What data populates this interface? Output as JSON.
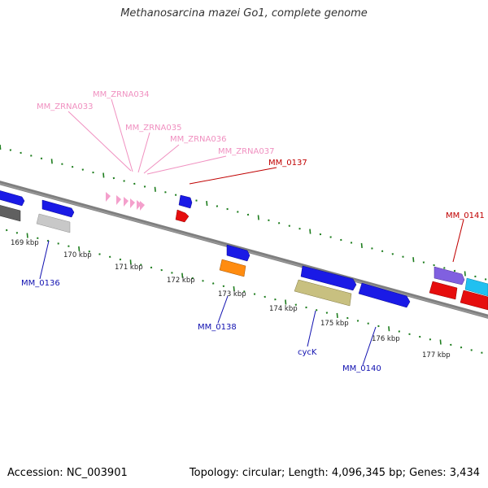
{
  "title": "Methanosarcina mazei Go1, complete genome",
  "footer": {
    "accession": "Accession: NC_003901",
    "summary": "Topology: circular; Length: 4,096,345 bp; Genes: 3,434"
  },
  "colors": {
    "background": "#ffffff",
    "backbone": "#7f7f7f",
    "tick": "#1e7d1e",
    "protein_gene": "#1a1ae6",
    "pseudo_gene": "#e60e0e",
    "rna_gene": "#f4a0cc",
    "pale_gene": "#c8c8c8",
    "dark_gene": "#606060",
    "orange_gene": "#ff8c10",
    "olive_gene": "#c8c080",
    "violet_gene": "#8060e0",
    "cyan_gene": "#20c0f0",
    "label_blue": "#1010b0",
    "label_red": "#c00000",
    "label_pink": "#f090c0"
  },
  "kbp_labels": [
    "169 kbp",
    "170 kbp",
    "171 kbp",
    "172 kbp",
    "173 kbp",
    "174 kbp",
    "175 kbp",
    "176 kbp",
    "177 kbp"
  ],
  "gene_labels": {
    "rna": [
      "MM_ZRNA033",
      "MM_ZRNA034",
      "MM_ZRNA035",
      "MM_ZRNA036",
      "MM_ZRNA037"
    ],
    "upper": [
      "MM_0137",
      "MM_0141"
    ],
    "lower": [
      "MM_0136",
      "MM_0138",
      "cycK",
      "MM_0140"
    ]
  }
}
